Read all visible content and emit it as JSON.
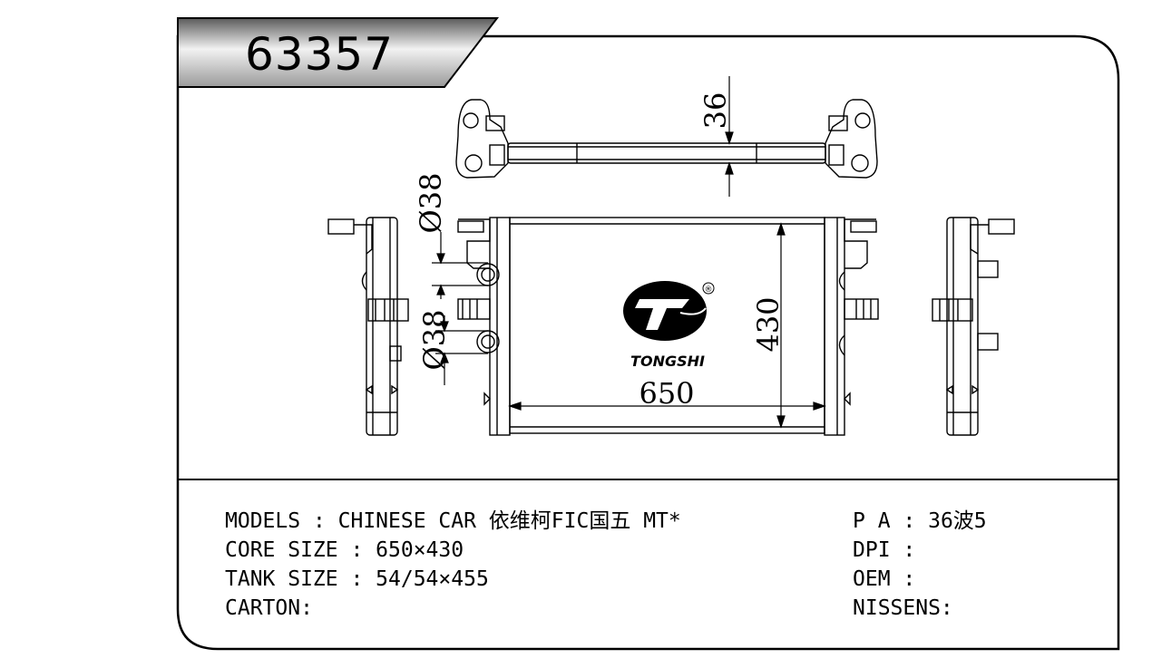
{
  "part_number": "63357",
  "dimensions": {
    "core_width": "650",
    "core_height": "430",
    "core_thickness": "36",
    "inlet_diameter": "Ø38",
    "outlet_diameter": "Ø38"
  },
  "brand": {
    "name": "TONGSHI",
    "registered_mark": "®"
  },
  "specs_left": [
    {
      "label": "MODELS",
      "value": "CHINESE CAR 依维柯FIC国五 MT*"
    },
    {
      "label": "CORE SIZE",
      "value": "650×430"
    },
    {
      "label": "TANK SIZE",
      "value": "54/54×455"
    },
    {
      "label": "CARTON:",
      "value": ""
    }
  ],
  "specs_right": [
    {
      "label": "P A",
      "value": "36波5"
    },
    {
      "label": "DPI",
      "value": ""
    },
    {
      "label": "OEM",
      "value": ""
    },
    {
      "label": "NISSENS:",
      "value": ""
    }
  ],
  "separator": " : "
}
